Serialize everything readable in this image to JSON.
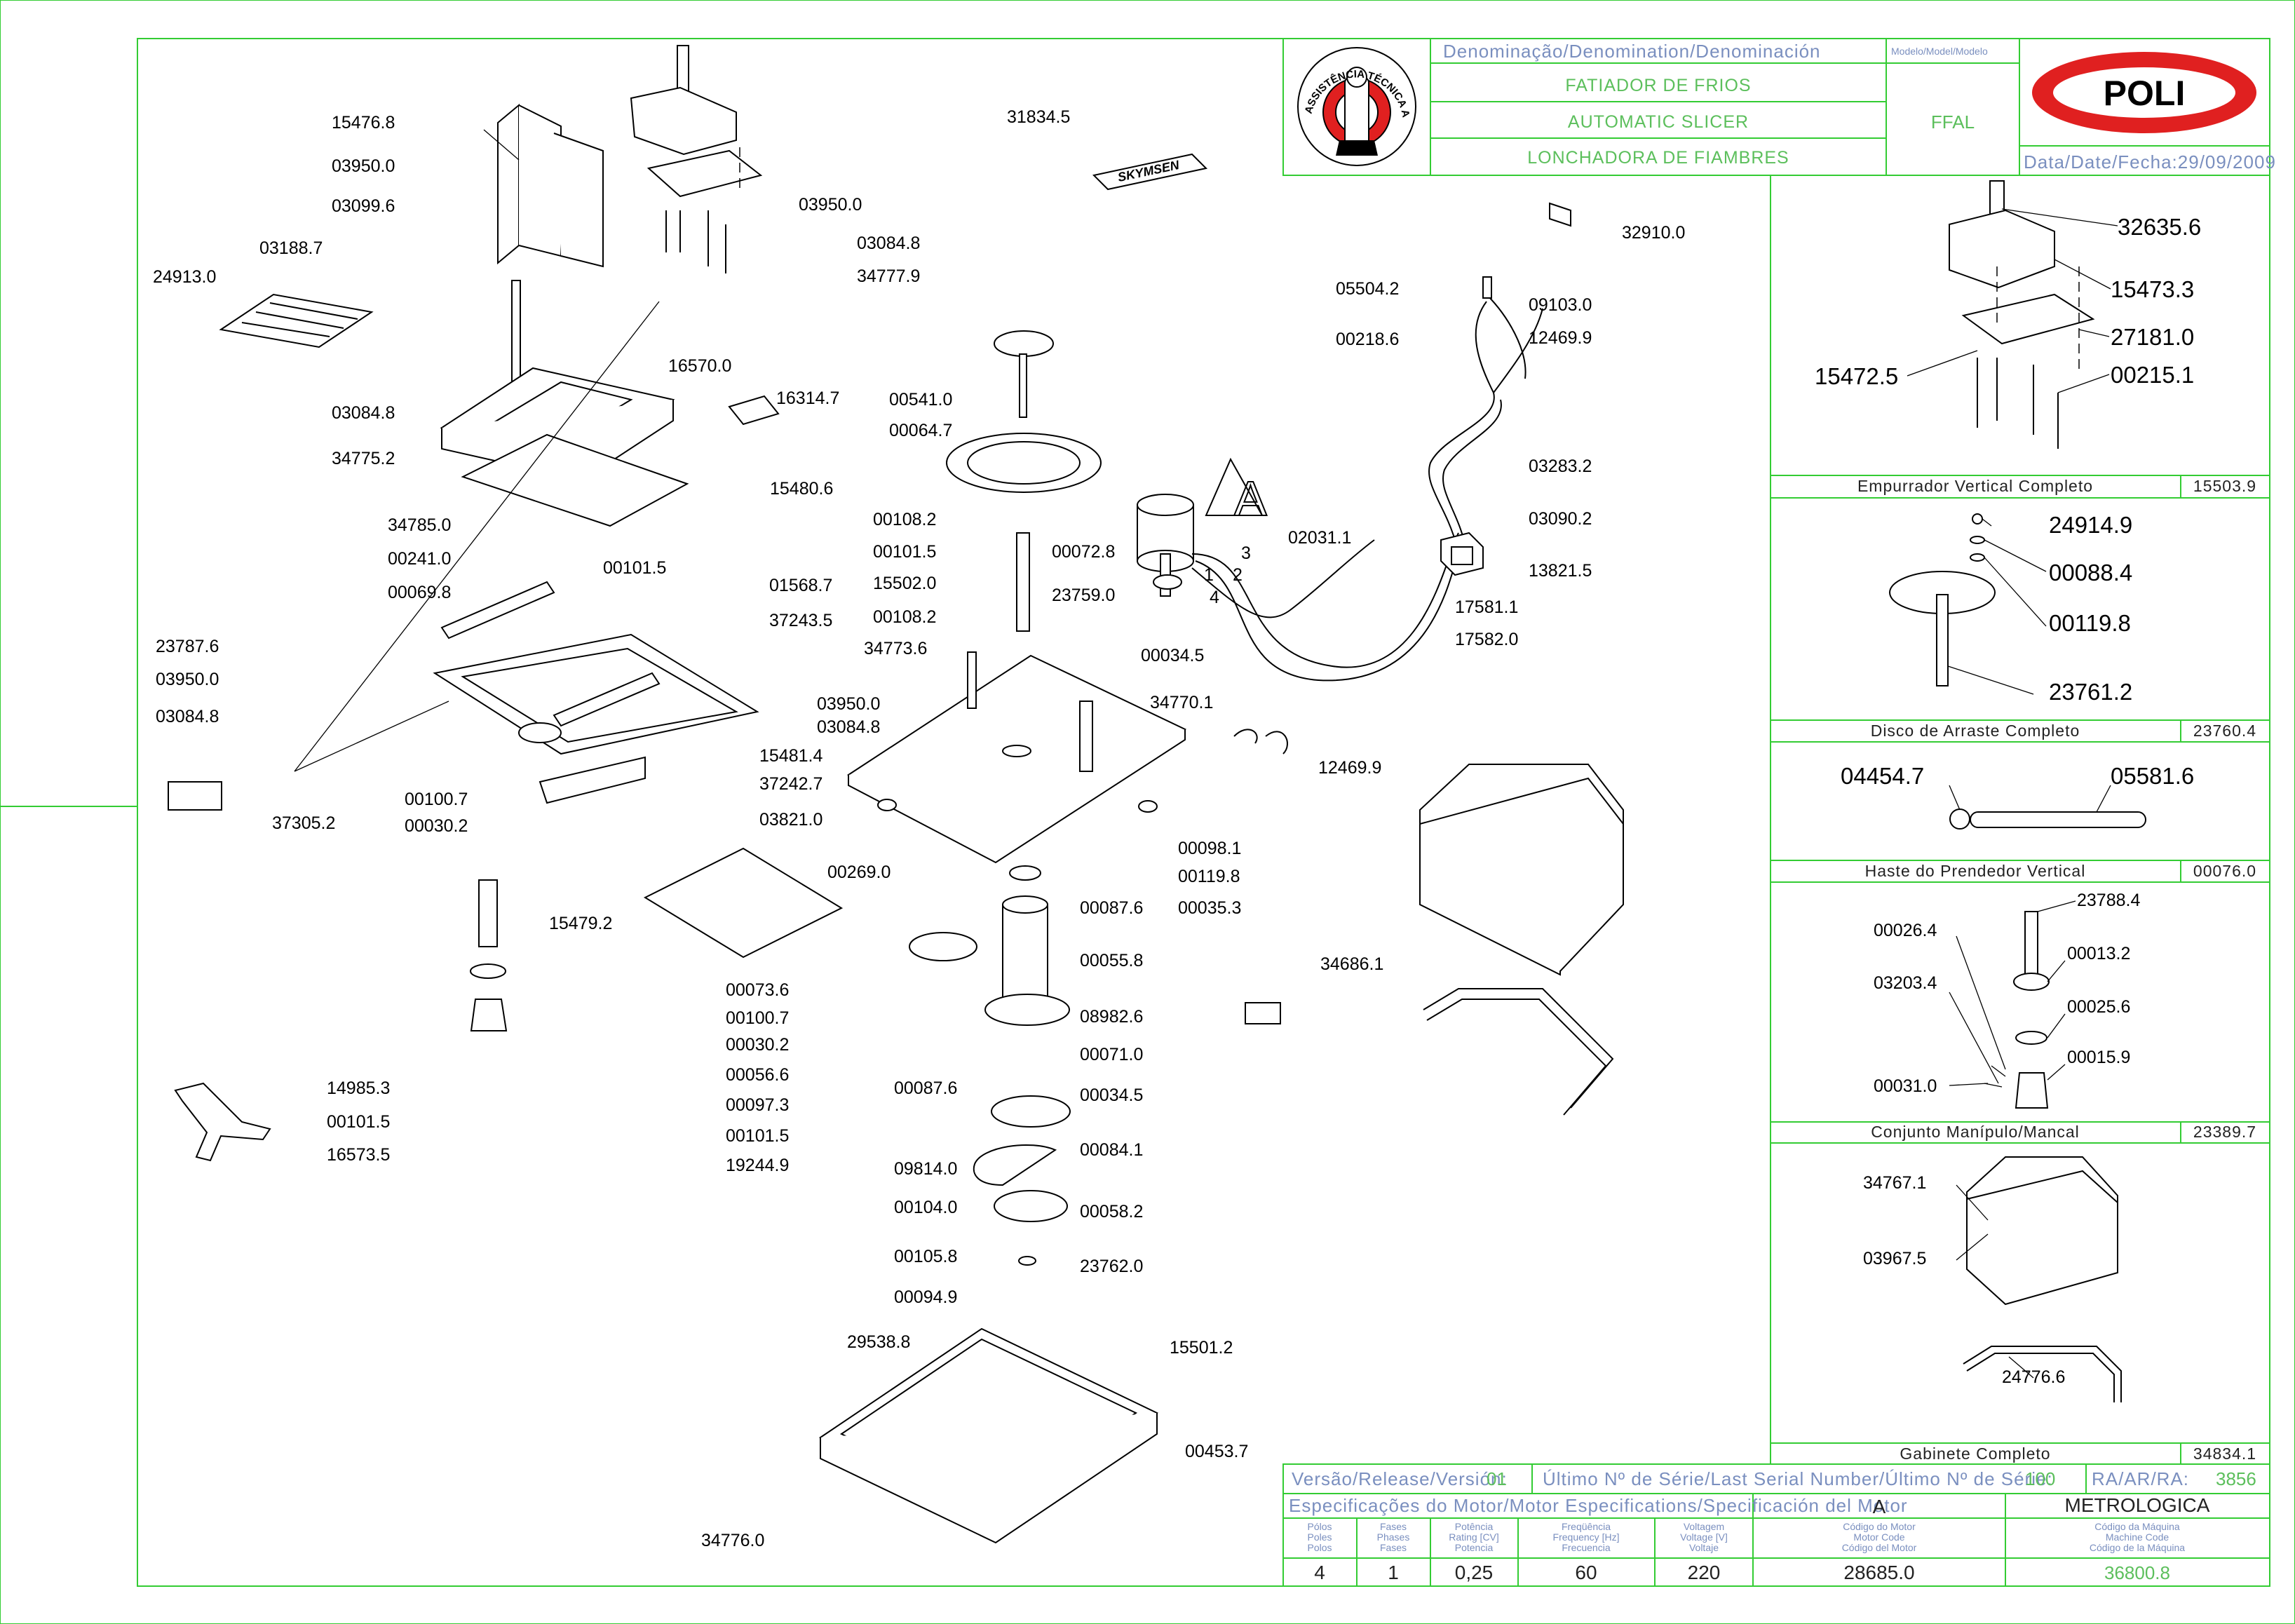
{
  "title_block": {
    "denomination_header": "Denominação/Denomination/Denominación",
    "model_header": "Modelo/Model/Modelo",
    "name_pt": "FATIADOR DE FRIOS",
    "name_en": "AUTOMATIC SLICER",
    "name_es": "LONCHADORA DE FIAMBRES",
    "model": "FFAL",
    "date": "Data/Date/Fecha:29/09/2009",
    "brand": "POLI",
    "badge_text": "ASSISTÊNCIA TÉCNICA AUTORIZADA"
  },
  "footer": {
    "version_label": "Versão/Release/Versión:",
    "version_value": "01",
    "serial_label": "Último Nº de Série/Last Serial Number/Último Nº de Série:",
    "serial_value": "100",
    "ra_label": "RA/AR/RA:",
    "ra_value": "3856",
    "motor_spec_label": "Especificações do Motor/Motor Especifications/Specificación del Motor",
    "motor_letter": "A",
    "brand_name": "METROLOGICA",
    "headers": [
      [
        "Pólos",
        "Poles",
        "Polos"
      ],
      [
        "Fases",
        "Phases",
        "Fases"
      ],
      [
        "Potência",
        "Rating [CV]",
        "Potencia"
      ],
      [
        "Freqüência",
        "Frequency [Hz]",
        "Frecuencia"
      ],
      [
        "Voltagem",
        "Voltage [V]",
        "Voltaje"
      ],
      [
        "Código do Motor",
        "Motor Code",
        "Código del Motor"
      ],
      [
        "Código da Máquina",
        "Machine Code",
        "Código de la Máquina"
      ]
    ],
    "values": [
      "4",
      "1",
      "0,25",
      "60",
      "220",
      "28685.0",
      "36800.8"
    ]
  },
  "side_sections": [
    {
      "name": "Empurrador Vertical Completo",
      "code": "15503.9"
    },
    {
      "name": "Disco de Arraste Completo",
      "code": "23760.4"
    },
    {
      "name": "Haste do Prendedor Vertical",
      "code": "00076.0"
    },
    {
      "name": "Conjunto Manípulo/Mancal",
      "code": "23389.7"
    },
    {
      "name": "Gabinete Completo",
      "code": "34834.1"
    }
  ],
  "side_parts": {
    "s1": [
      "32635.6",
      "15473.3",
      "27181.0",
      "15472.5",
      "00215.1"
    ],
    "s2": [
      "24914.9",
      "00088.4",
      "00119.8",
      "23761.2"
    ],
    "s3": [
      "04454.7",
      "05581.6"
    ],
    "s4": [
      "23788.4",
      "00026.4",
      "00013.2",
      "03203.4",
      "00025.6",
      "00015.9",
      "00031.0"
    ],
    "s5": [
      "34767.1",
      "03967.5",
      "24776.6"
    ]
  },
  "parts": [
    "15476.8",
    "03950.0",
    "03099.6",
    "03188.7",
    "24913.0",
    "03084.8",
    "34775.2",
    "34785.0",
    "00241.0",
    "00069.8",
    "23787.6",
    "03950.0",
    "03084.8",
    "37305.2",
    "00100.7",
    "00030.2",
    "15479.2",
    "14985.3",
    "00101.5",
    "16573.5",
    "16570.0",
    "16314.7",
    "15480.6",
    "00101.5",
    "01568.7",
    "37243.5",
    "15481.4",
    "37242.7",
    "03821.0",
    "00269.0",
    "03950.0",
    "03084.8",
    "31834.5",
    "03950.0",
    "03084.8",
    "34777.9",
    "00541.0",
    "00064.7",
    "00108.2",
    "00101.5",
    "15502.0",
    "00108.2",
    "34773.6",
    "00072.8",
    "23759.0",
    "00034.5",
    "34770.1",
    "00098.1",
    "00119.8",
    "00035.3",
    "00087.6",
    "00055.8",
    "00073.6",
    "00100.7",
    "00030.2",
    "00056.6",
    "00097.3",
    "00101.5",
    "19244.9",
    "08982.6",
    "00071.0",
    "00087.6",
    "00034.5",
    "09814.0",
    "00084.1",
    "00104.0",
    "00058.2",
    "00105.8",
    "23762.0",
    "00094.9",
    "29538.8",
    "15501.2",
    "00453.7",
    "34776.0",
    "32910.0",
    "05504.2",
    "09103.0",
    "00218.6",
    "12469.9",
    "03283.2",
    "03090.2",
    "02031.1",
    "13821.5",
    "17581.1",
    "17582.0",
    "12469.9",
    "34686.1"
  ],
  "motor_label": "A",
  "wire_labels": [
    "3",
    "2",
    "1",
    "4"
  ],
  "logo_small": "SKYMSEN"
}
